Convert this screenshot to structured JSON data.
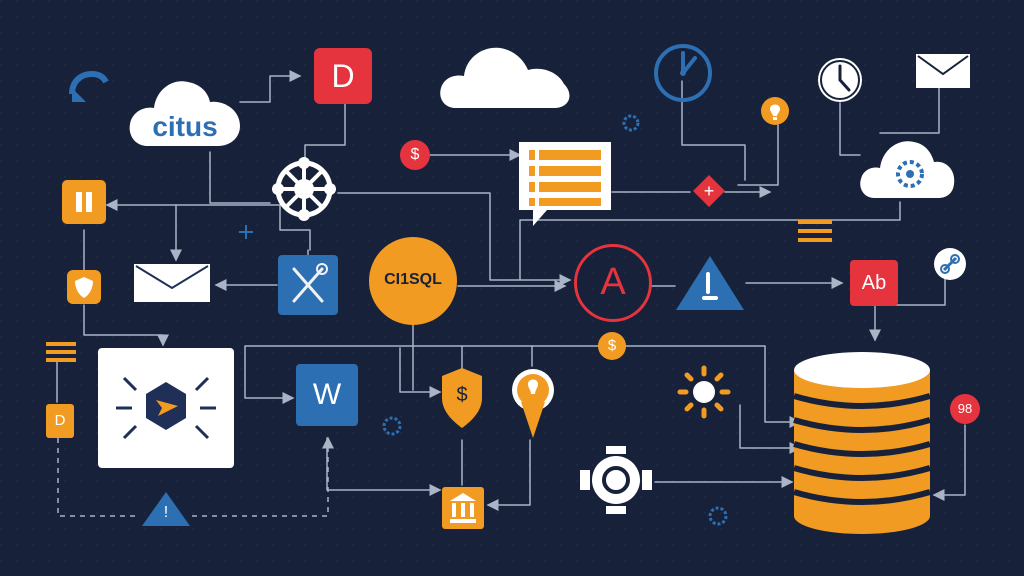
{
  "colors": {
    "background": "#17213a",
    "line": "#aab4c6",
    "orange": "#f29b22",
    "red": "#e5343d",
    "blue": "#2c6fb3",
    "white": "#ffffff",
    "dark_navy": "#1f2f57"
  },
  "nodes": {
    "citus_cloud": {
      "label": "citus",
      "icon": "cloud-icon"
    },
    "d_tile": {
      "label": "D",
      "icon": "document-icon"
    },
    "top_cloud": {
      "icon": "cloud-icon"
    },
    "clock_left": {
      "icon": "clock-icon"
    },
    "clock_right": {
      "icon": "clock-icon"
    },
    "mail_top": {
      "icon": "mail-icon"
    },
    "lightbulb_small": {
      "icon": "lightbulb-icon"
    },
    "dollar_red": {
      "label": "$",
      "icon": "dollar-icon"
    },
    "list_chat": {
      "icon": "chat-list-icon"
    },
    "plus_diamond": {
      "label": "+",
      "icon": "plus-icon"
    },
    "gear_cloud": {
      "icon": "gear-cloud-icon"
    },
    "pause_tile": {
      "icon": "pause-icon"
    },
    "network_hub": {
      "icon": "network-icon"
    },
    "mail_mid": {
      "icon": "mail-icon"
    },
    "tools_tile": {
      "icon": "tools-icon"
    },
    "citus_sql": {
      "label": "CI1SQL",
      "icon": "database-label-icon"
    },
    "a_circle": {
      "label": "A",
      "icon": "letter-a-icon"
    },
    "warning_blue": {
      "icon": "warning-icon"
    },
    "ab_tile": {
      "label": "Ab",
      "icon": "letter-tile-icon"
    },
    "link_icon": {
      "icon": "link-icon"
    },
    "menu_small": {
      "icon": "menu-icon"
    },
    "shield_small": {
      "icon": "shield-icon"
    },
    "menu_left": {
      "icon": "menu-icon"
    },
    "d_small": {
      "label": "D",
      "icon": "document-icon"
    },
    "hex_panel": {
      "icon": "expand-hexagon-icon"
    },
    "w_tile": {
      "label": "W",
      "icon": "document-w-icon"
    },
    "dollar_shield": {
      "label": "$",
      "icon": "dollar-shield-icon"
    },
    "bulb_badge": {
      "icon": "lightbulb-badge-icon"
    },
    "sun_gear": {
      "icon": "sun-gear-icon"
    },
    "dollar_orange": {
      "label": "$",
      "icon": "dollar-icon"
    },
    "database_stack": {
      "icon": "database-icon"
    },
    "number_badge": {
      "label": "98",
      "icon": "number-badge-icon"
    },
    "valve_icon": {
      "icon": "valve-icon"
    },
    "bank_tile": {
      "icon": "bank-icon"
    },
    "warning_bottom": {
      "label": "!",
      "icon": "warning-icon"
    },
    "sparkle_1": {
      "icon": "sparkle-icon"
    },
    "sparkle_2": {
      "icon": "sparkle-icon"
    },
    "sparkle_3": {
      "icon": "sparkle-icon"
    },
    "sparkle_4": {
      "icon": "sparkle-icon"
    },
    "corner_refresh": {
      "icon": "refresh-icon"
    }
  }
}
